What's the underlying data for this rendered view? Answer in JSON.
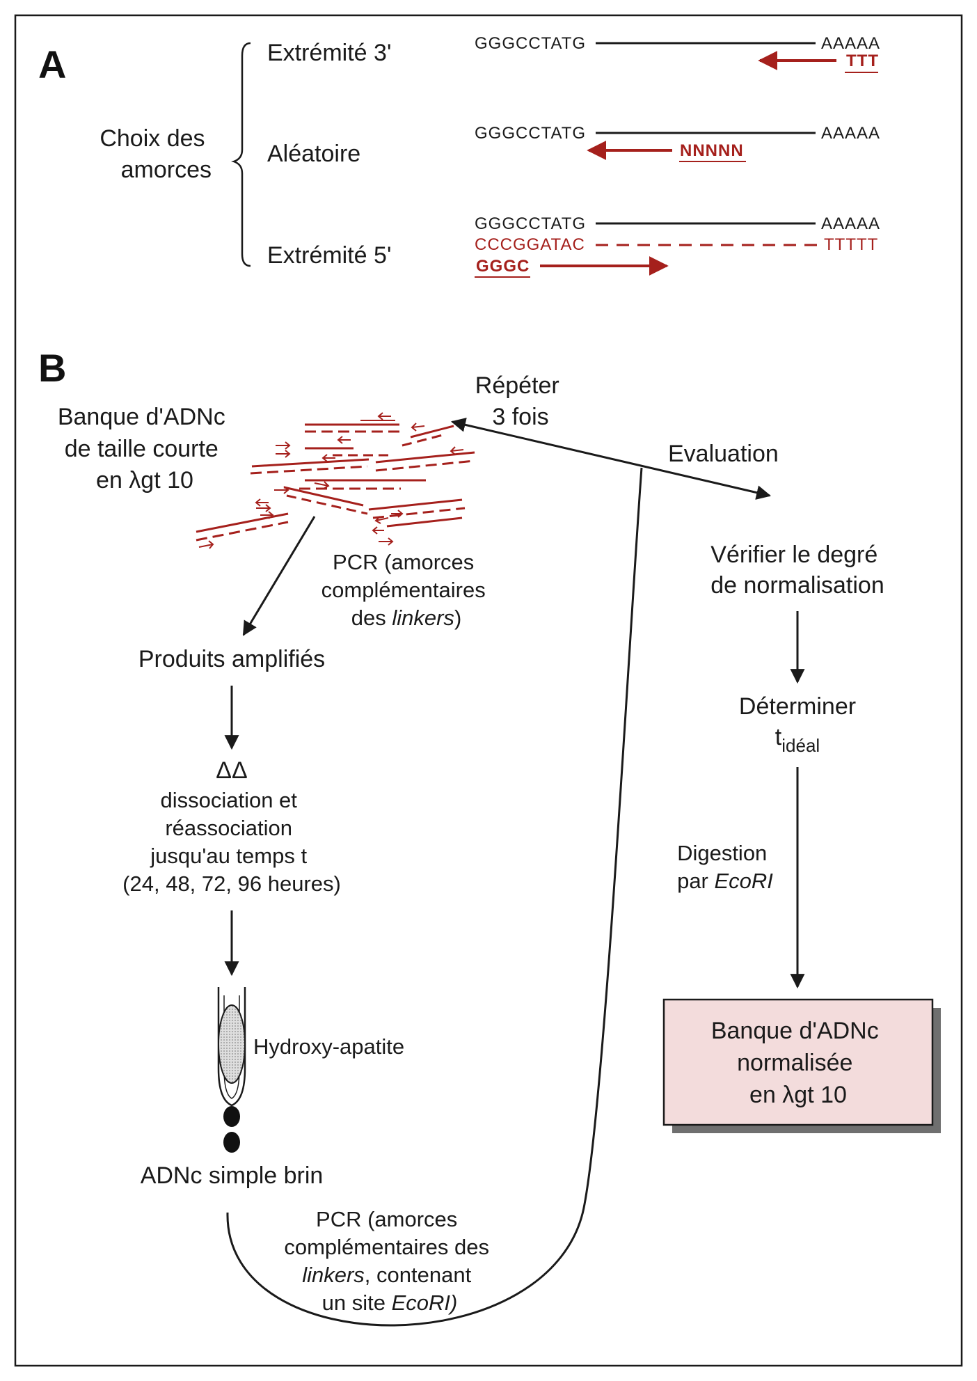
{
  "panel_a": {
    "letter": "A",
    "choice_label_line1": "Choix des",
    "choice_label_line2": "amorces",
    "options": {
      "three_prime": {
        "label": "Extrémité 3'",
        "seq_left": "GGGCCTATG",
        "seq_right": "AAAAA",
        "primer": "TTT"
      },
      "random": {
        "label": "Aléatoire",
        "seq_left": "GGGCCTATG",
        "seq_right": "AAAAA",
        "primer": "NNNNN"
      },
      "five_prime": {
        "label": "Extrémité 5'",
        "seq_left": "GGGCCTATG",
        "seq_right": "AAAAA",
        "comp_left": "CCCGGATAC",
        "comp_right": "TTTTT",
        "primer": "GGGC"
      }
    }
  },
  "panel_b": {
    "letter": "B",
    "library_line1": "Banque d'ADNc",
    "library_line2": "de taille courte",
    "library_line3": "en λgt 10",
    "repeat_line1": "Répéter",
    "repeat_line2": "3 fois",
    "evaluation": "Evaluation",
    "pcr1_line1": "PCR (amorces",
    "pcr1_line2": "complémentaires",
    "pcr1_line3_prefix": "des ",
    "pcr1_line3_italic": "linkers",
    "pcr1_line3_suffix": ")",
    "amplified": "Produits amplifiés",
    "delta_symbols": "ΔΔ",
    "dissoc_line1": "dissociation et",
    "dissoc_line2": "réassociation",
    "dissoc_line3": "jusqu'au temps t",
    "dissoc_line4": "(24, 48, 72, 96 heures)",
    "hydroxy": "Hydroxy-apatite",
    "single_strand": "ADNc simple brin",
    "pcr2_line1": "PCR (amorces",
    "pcr2_line2": "complémentaires des",
    "pcr2_line3_italic": "linkers",
    "pcr2_line3_suffix": ", contenant",
    "pcr2_line4_prefix": "un site ",
    "pcr2_line4_italic": "EcoRI)",
    "verify_line1": "Vérifier le degré",
    "verify_line2": "de normalisation",
    "determine": "Déterminer",
    "t_base": "t",
    "t_sub": "idéal",
    "digest_line1": "Digestion",
    "digest_line2_prefix": "par ",
    "digest_line2_italic": "EcoRI",
    "final_line1": "Banque d'ADNc",
    "final_line2": "normalisée",
    "final_line3": "en λgt 10"
  },
  "colors": {
    "red": "#a5201c",
    "box_fill": "#f3dcdc",
    "box_shadow": "#6f6f6f"
  }
}
